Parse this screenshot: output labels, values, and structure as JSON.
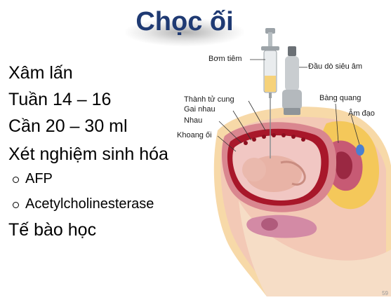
{
  "slide": {
    "title": "Chọc ối",
    "bullets": [
      "Xâm lấn",
      "Tuần 14 – 16",
      "Cần 20 – 30 ml",
      "Xét nghiệm sinh hóa"
    ],
    "sub_bullets": [
      "AFP",
      "Acetylcholinesterase"
    ],
    "last_bullet": "Tế bào học",
    "page_number": "59"
  },
  "illustration": {
    "labels": {
      "syringe": "Bơm tiêm",
      "probe": "Đầu dò siêu âm",
      "uterine_wall": "Thành tử cung",
      "placenta": "Gai nhau",
      "placenta2": "Nhau",
      "amniotic": "Khoang ối",
      "bladder": "Bàng quang",
      "vagina": "Âm đạo"
    }
  }
}
